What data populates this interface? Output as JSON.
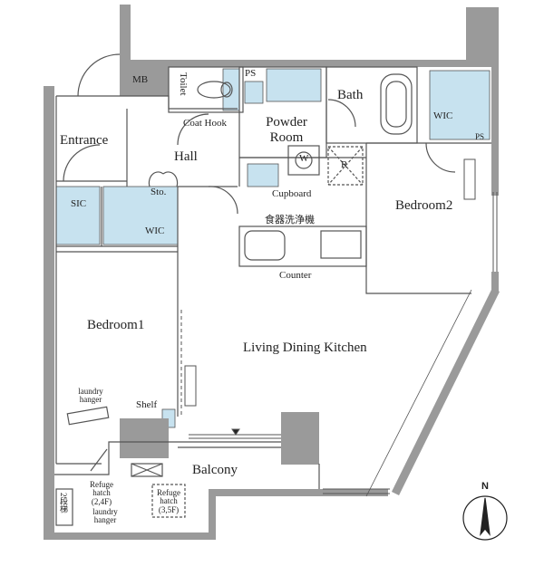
{
  "rooms": {
    "mb": "MB",
    "toilet": "Toilet",
    "ps_top": "PS",
    "bath": "Bath",
    "wic_top": "WIC",
    "ps_right": "PS",
    "entrance": "Entrance",
    "coat_hook": "Coat Hook",
    "powder_room": "Powder Room",
    "w": "W",
    "r": "R",
    "hall": "Hall",
    "sic": "SIC",
    "sto": "Sto.",
    "wic_left": "WIC",
    "cupboard": "Cupboard",
    "dishwasher": "食器洗浄機",
    "bedroom2": "Bedroom2",
    "counter": "Counter",
    "bedroom1": "Bedroom1",
    "ldk": "Living Dining Kitchen",
    "laundry_hanger": "laundry hanger",
    "shelf": "Shelf",
    "balcony": "Balcony",
    "refuge_hatch_a": "Refuge hatch (2,4F)",
    "laundry_hanger_b": "laundry hanger",
    "refuge_hatch_b": "Refuge hatch (3,5F)",
    "stair": "2段梯"
  },
  "compass": "N",
  "colors": {
    "wall": "#9a9a9a",
    "storage": "#c7e2ef",
    "line": "#555555"
  }
}
